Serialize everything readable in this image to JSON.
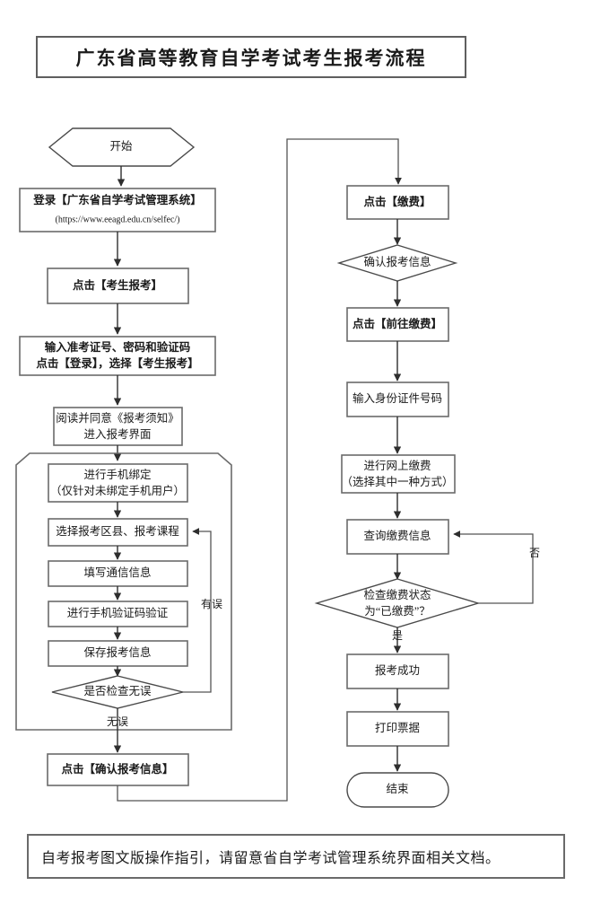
{
  "title": "广东省高等教育自学考试考生报考流程",
  "footer": "自考报考图文版操作指引，请留意省自学考试管理系统界面相关文档。",
  "nodes": {
    "start": "开始",
    "login_line1": "登录【广东省自学考试管理系统】",
    "login_line2": "(https://www.eeagd.edu.cn/selfec/)",
    "click_exam_apply": "点击【考生报考】",
    "input_credentials_line1": "输入准考证号、密码和验证码",
    "input_credentials_line2": "点击【登录】，选择【考生报考】",
    "read_notice_line1": "阅读并同意《报考须知》",
    "read_notice_line2": "进入报考界面",
    "bind_phone_line1": "进行手机绑定",
    "bind_phone_line2": "（仅针对未绑定手机用户）",
    "select_district_course": "选择报考区县、报考课程",
    "fill_contact_info": "填写通信信息",
    "verify_sms_code": "进行手机验证码验证",
    "save_apply_info": "保存报考信息",
    "check_decision": "是否检查无误",
    "confirm_apply_info": "点击【确认报考信息】",
    "click_pay": "点击【缴费】",
    "confirm_info_diamond": "确认报考信息",
    "click_goto_pay": "点击【前往缴费】",
    "input_id_number": "输入身份证件号码",
    "online_pay_line1": "进行网上缴费",
    "online_pay_line2": "（选择其中一种方式）",
    "query_pay_info": "查询缴费信息",
    "pay_status_line1": "检查缴费状态",
    "pay_status_line2": "为“已缴费”？",
    "apply_success": "报考成功",
    "print_receipt": "打印票据",
    "end": "结束"
  },
  "edge_labels": {
    "has_error": "有误",
    "no_error": "无误",
    "no": "否",
    "yes": "是"
  },
  "colors": {
    "border": "#6b6b6b",
    "line": "#2e2e2e",
    "text": "#1a1a1a",
    "background": "#ffffff"
  }
}
